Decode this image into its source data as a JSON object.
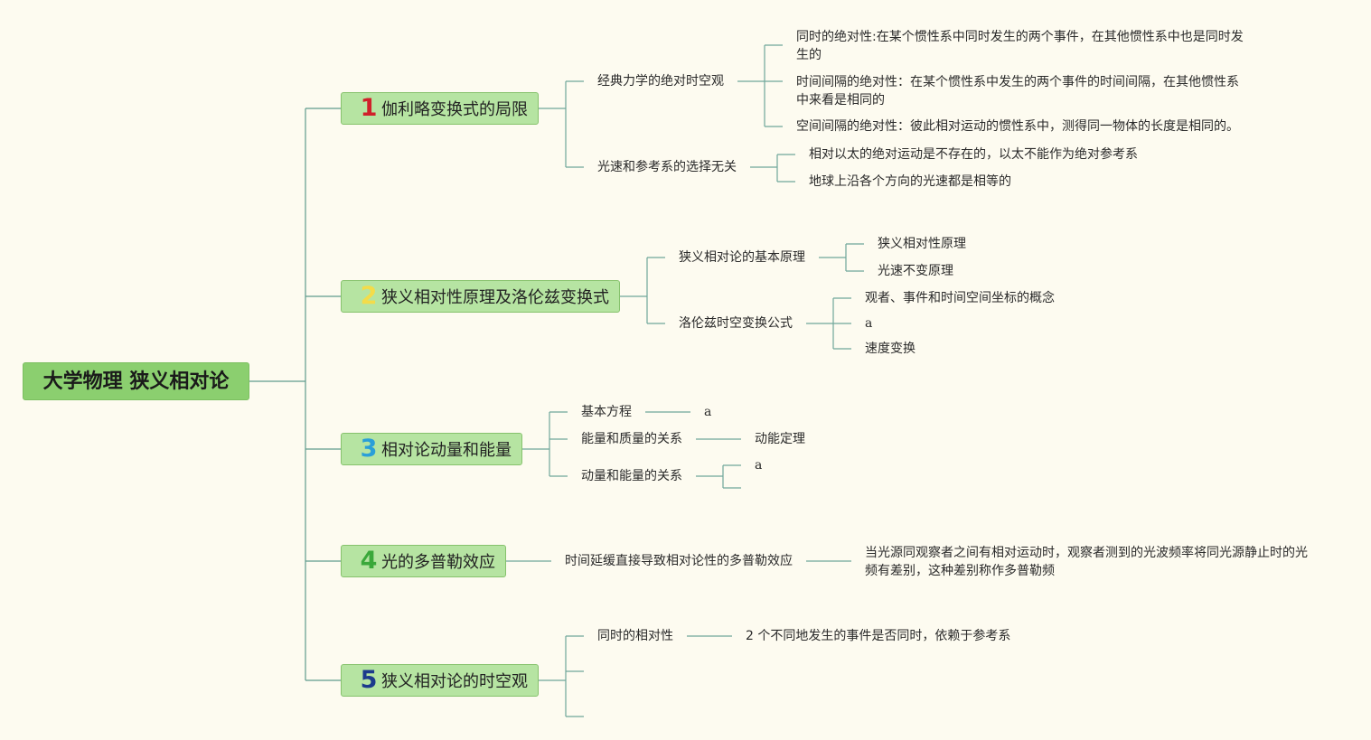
{
  "root": "大学物理 狭义相对论",
  "topics": [
    {
      "num": "1",
      "num_color": "#d0202a",
      "label": "伽利略变换式的局限",
      "children": [
        {
          "label": "经典力学的绝对时空观",
          "children": [
            "同时的绝对性:在某个惯性系中同时发生的两个事件，在其他惯性系中也是同时发生的",
            "时间间隔的绝对性：在某个惯性系中发生的两个事件的时间间隔，在其他惯性系中来看是相同的",
            "空间间隔的绝对性：彼此相对运动的惯性系中，测得同一物体的长度是相同的。"
          ]
        },
        {
          "label": "光速和参考系的选择无关",
          "children": [
            "相对以太的绝对运动是不存在的，以太不能作为绝对参考系",
            "地球上沿各个方向的光速都是相等的"
          ]
        }
      ]
    },
    {
      "num": "2",
      "num_color": "#f3dc4a",
      "label": "狭义相对性原理及洛伦兹变换式",
      "children": [
        {
          "label": "狭义相对论的基本原理",
          "children": [
            "狭义相对性原理",
            "光速不变原理"
          ]
        },
        {
          "label": "洛伦兹时空变换公式",
          "children": [
            "观者、事件和时间空间坐标的概念",
            "a",
            "速度变换"
          ]
        }
      ]
    },
    {
      "num": "3",
      "num_color": "#2a9fd8",
      "label": "相对论动量和能量",
      "children": [
        {
          "label": "基本方程",
          "children": [
            "a"
          ]
        },
        {
          "label": "能量和质量的关系",
          "children": [
            "动能定理"
          ]
        },
        {
          "label": "动量和能量的关系",
          "children": [
            "a",
            ""
          ]
        }
      ]
    },
    {
      "num": "4",
      "num_color": "#3aa83a",
      "label": "光的多普勒效应",
      "children": [
        {
          "label": "时间延缓直接导致相对论性的多普勒效应",
          "children": [
            "当光源同观察者之间有相对运动时，观察者测到的光波频率将同光源静止时的光频有差别，这种差别称作多普勒频"
          ]
        }
      ]
    },
    {
      "num": "5",
      "num_color": "#1c3a8c",
      "label": "狭义相对论的时空观",
      "children": [
        {
          "label": "同时的相对性",
          "children": [
            "2 个不同地发生的事件是否同时，依赖于参考系"
          ]
        },
        {
          "label": "",
          "children": []
        },
        {
          "label": "",
          "children": []
        }
      ]
    }
  ]
}
